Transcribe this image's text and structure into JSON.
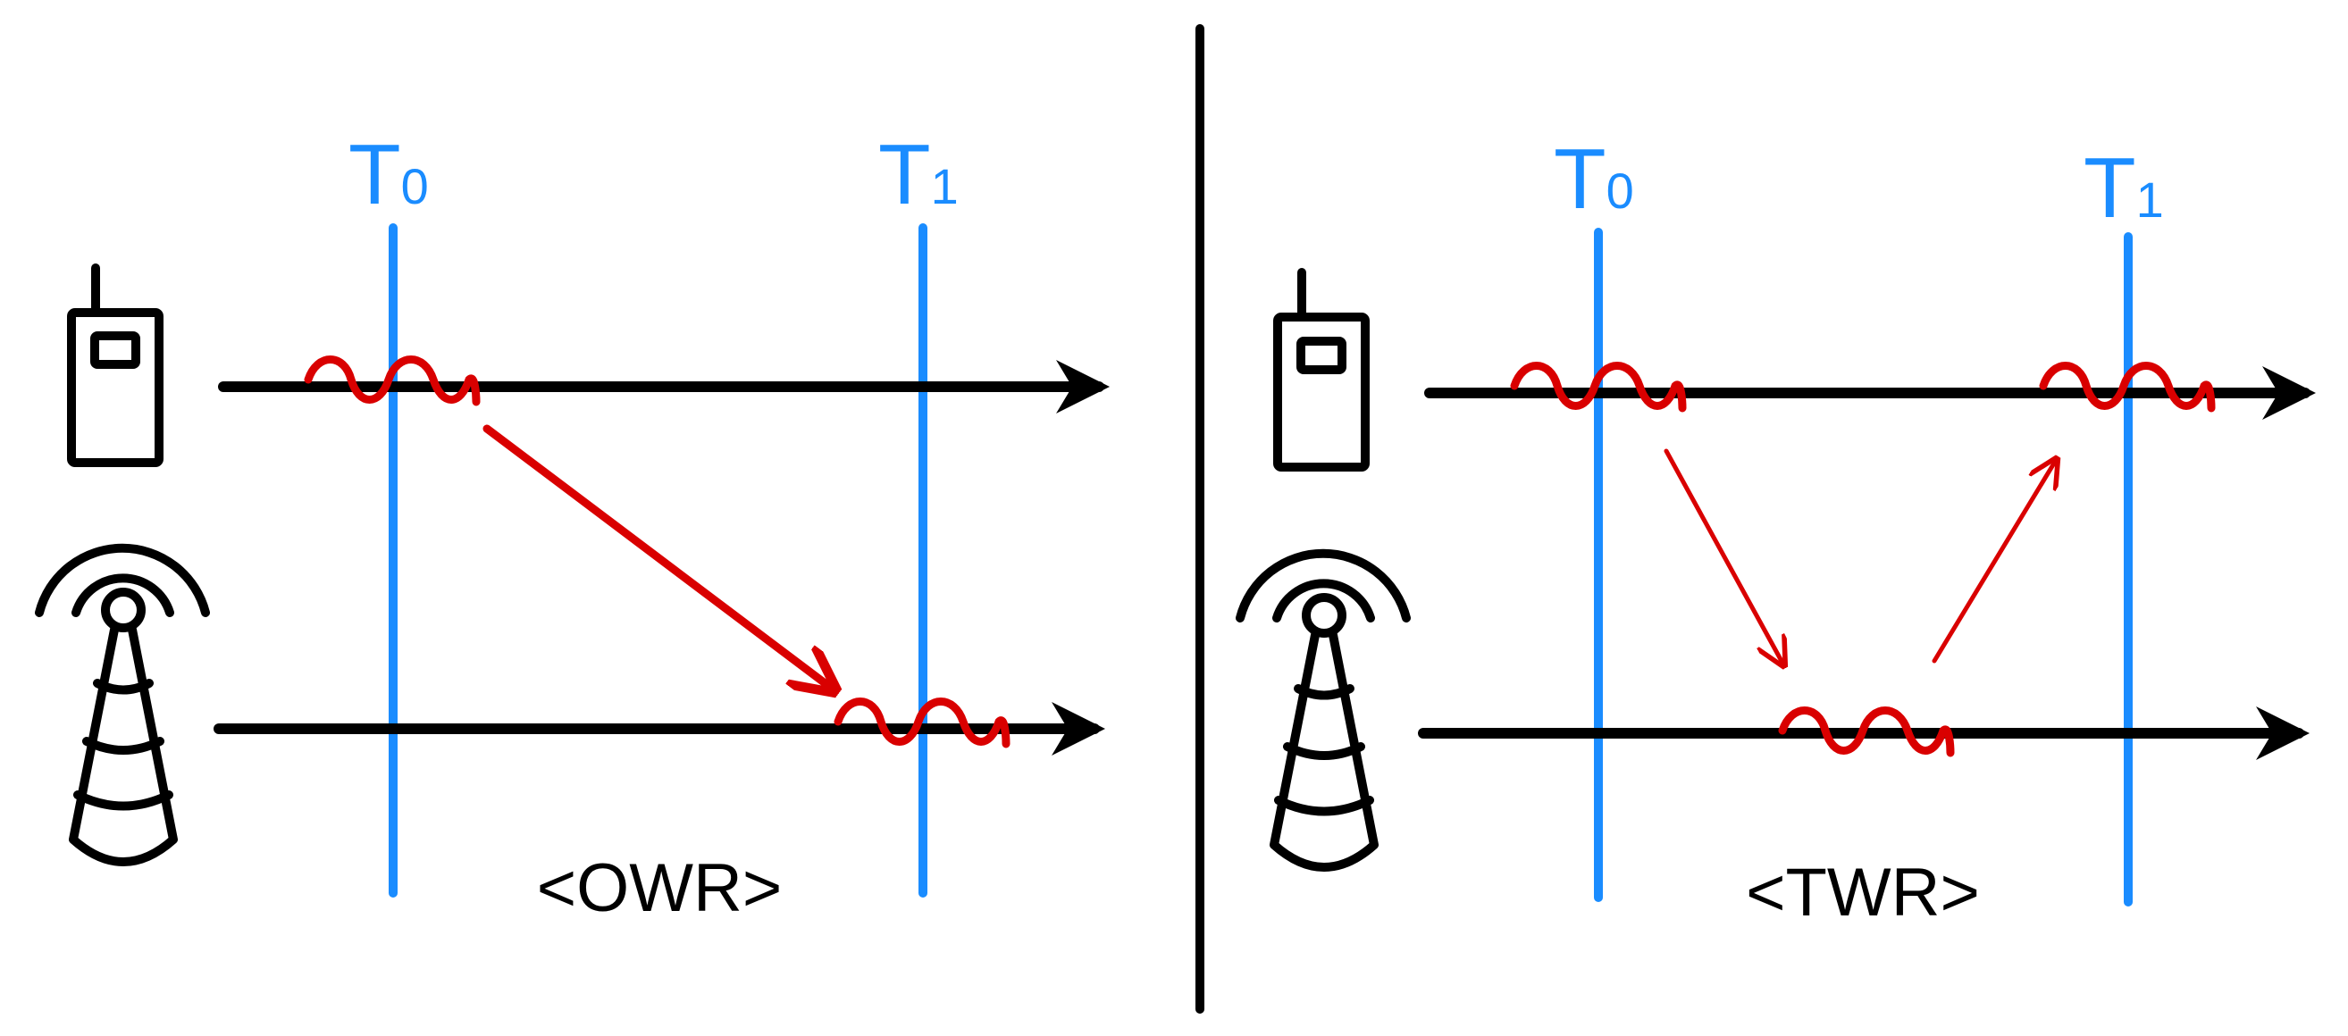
{
  "colors": {
    "timeline": "#000000",
    "time_marker": "#1a8cff",
    "signal": "#d90000",
    "divider": "#000000",
    "background": "#ffffff"
  },
  "panels": [
    {
      "id": "owr",
      "caption": "<OWR>",
      "markers": [
        {
          "letter": "T",
          "index": "0"
        },
        {
          "letter": "T",
          "index": "1"
        }
      ],
      "icons": [
        "walkie-talkie-icon",
        "radio-tower-icon"
      ]
    },
    {
      "id": "twr",
      "caption": "<TWR>",
      "markers": [
        {
          "letter": "T",
          "index": "0"
        },
        {
          "letter": "T",
          "index": "1"
        }
      ],
      "icons": [
        "walkie-talkie-icon",
        "radio-tower-icon"
      ]
    }
  ]
}
